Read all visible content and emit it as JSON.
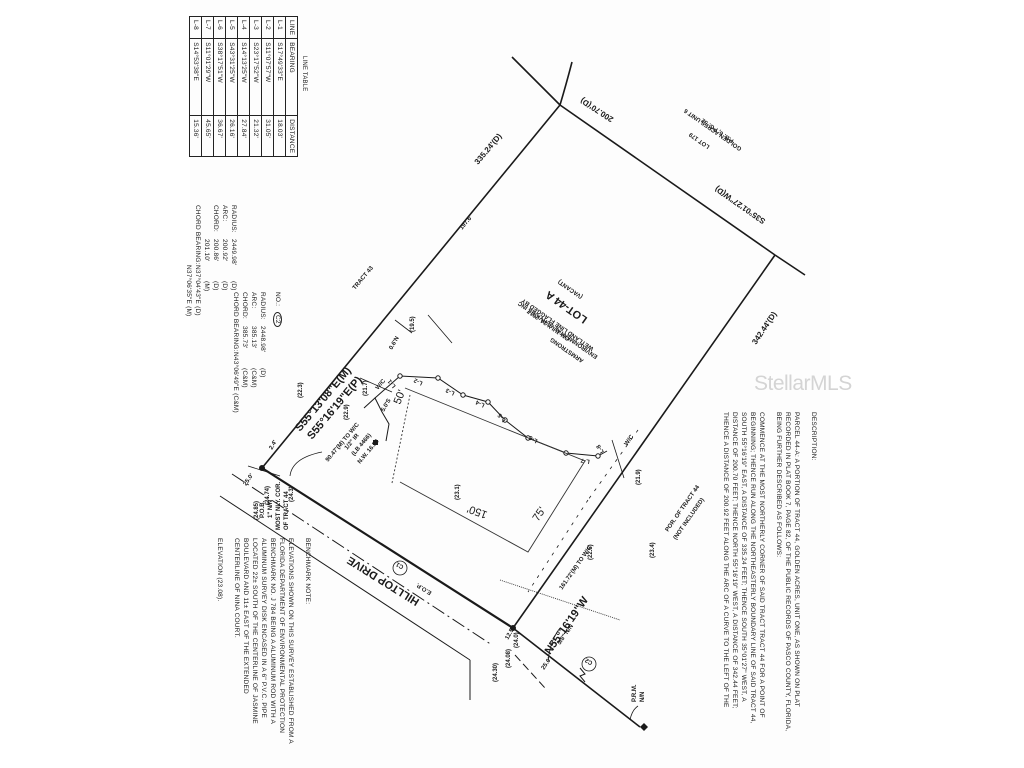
{
  "watermark": "StellarMLS",
  "line_table": {
    "title": "LINE TABLE",
    "headers": [
      "LINE",
      "BEARING",
      "DISTANCE"
    ],
    "rows": [
      {
        "line": "L-1",
        "bearing": "S17°49'33\"E",
        "distance": "18.03'"
      },
      {
        "line": "L-2",
        "bearing": "S11°07'57\"W",
        "distance": "31.05'"
      },
      {
        "line": "L-3",
        "bearing": "S23°17'52\"W",
        "distance": "21.32'"
      },
      {
        "line": "L-4",
        "bearing": "S14°13'25\"W",
        "distance": "27.84'"
      },
      {
        "line": "L-5",
        "bearing": "S43°31'25\"W",
        "distance": "26.16'"
      },
      {
        "line": "L-6",
        "bearing": "S38°17'51\"W",
        "distance": "36.67'"
      },
      {
        "line": "L-7",
        "bearing": "S11°01'29\"W",
        "distance": "45.65'"
      },
      {
        "line": "L-8",
        "bearing": "S14°53'38\"E",
        "distance": "15.36'"
      }
    ]
  },
  "curve_1": {
    "radius_label": "RADIUS:",
    "radius": "2449.98'",
    "radius_code": "(D)",
    "arc_label": "ARC:",
    "arc": "200.92'",
    "arc_code": "(D)",
    "chord_label": "CHORD:",
    "chord": "200.86'",
    "chord_code": "(D)",
    "chord_m": "201.10'",
    "chord_m_code": "(M)",
    "bearing_label": "CHORD BEARING:",
    "bearing_d": "N37°04'43\"E (D)",
    "bearing_m": "N37°06'35\"E (M)"
  },
  "curve_2": {
    "no_label": "NO.:",
    "no": "C2",
    "radius_label": "RADIUS:",
    "radius": "2448.98'",
    "radius_code": "(D)",
    "arc_label": "ARC:",
    "arc": "385.13'",
    "arc_code": "(C&M)",
    "chord_label": "CHORD:",
    "chord": "385.73'",
    "chord_code": "(C&M)",
    "bearing_label": "CHORD BEARING:",
    "bearing": "N43°06'49\"E (C&M)"
  },
  "benchmark": {
    "title": "BENCHMARK NOTE:",
    "lines": [
      "ELEVATIONS SHOWN ON THIS SURVEY ESTABLISHED FROM A",
      "FLORIDA DEPARTMENT OF ENVIRONMENTAL PROTECTION",
      "BENCHMARK NO. J 784 BEING A ALUMINUM ROD WITH A",
      "ALUMINUM SURVEY DISK ENCASED IN A 6\" P.V.C. PIPE",
      "LOCATED 22± SOUTH OF THE CENTERLINE OF JASMINE",
      "BOULEVARD AND 11± EAST OF THE EXTENDED",
      "CENTERLINE OF NINA COURT."
    ],
    "elevation": "ELEVATION (23.08)."
  },
  "description": {
    "title": "DESCRIPTION:",
    "para1": [
      "PARCEL 44-A: A PORTION OF TRACT 44, GOLDEN ACRES, UNIT ONE, AS SHOWN ON PLAT",
      "RECORDED IN PLAT BOOK 7, PAGE 82, OF THE PUBLIC RECORDS OF PASCO COUNTY, FLORIDA,",
      "BEING FURTHER DESCRIBED AS FOLLOWS:"
    ],
    "para2": [
      "COMMENCE AT THE MOST NORTHERLY CORNER OF SAID TRACT TRACT 44 FOR A POINT OF",
      "BEGINNING; THENCE RUN ALONG THE NORTHEASTERLY BOUNDARY LINE OF SAID TRACT 44,",
      "SOUTH 55°16'19\" EAST, A DISTANCE OF 335.24 FEET; THENCE SOUTH 35°01'27\" WEST, A",
      "DISTANCE OF 200.70 FEET; THENCE NORTH 55°16'19\" WEST, A DISTANCE OF 342.44 FEET;",
      "THENCE A DISTANCE OF 200.92 FEET ALONG THE ARC OF A CURVE TO THE LEFT OF THE"
    ]
  },
  "drawing": {
    "ne_line": "335.24'(D)",
    "top_dist": "200.70'(D)",
    "se_bearing": "S35°01'27\"W(D)",
    "sw_dist": "342.44'(D)",
    "lot179": [
      "GOLDEN ACRES UNIT 6",
      "P.B. 6, PG. 52",
      "LOT 179"
    ],
    "tract43": "TRACT 43",
    "lot44a": "LOT-44 A",
    "vacant": "(VACANT)",
    "wetland": [
      "ARMSTRONG",
      "ENVIRONMENTAL SERVICES INC",
      "WETLAND LINE FLAGGED BY",
      "ON JULY 24, 2017"
    ],
    "bearing_m": "S55°13'08\"E(M)",
    "bearing_p": "S55°16'19\"E(P)",
    "dist_wc1": "90.47'(M) TO W/C",
    "dist_wc2": "161.72'(M) TO W/C",
    "bearing_n": "N55°16'19\"W",
    "ne_partial": "197.6'",
    "iron_rod": "1/2\" IR",
    "lb": "(LB 4466)",
    "nw": "N.W. 16.58",
    "dim_50": "50'",
    "dim_150": "150'",
    "dim_75": "75'",
    "pob": [
      "P.O.B.",
      "1\" N/N",
      "MOST NLY. COR.",
      "OF TRACT 44"
    ],
    "road": "HILLTOP DRIVE",
    "curve1_tag": "C1",
    "curve2_tag": "C2",
    "eop": "E.O.P.",
    "prm": "P.R.M.",
    "nn": "N/N",
    "nail58": "5/8\" N/N",
    "wc": "W/C",
    "por_tract": "POR. OF TRACT 44",
    "not_included": "(NOT INCLUDED)",
    "row_25a": "25.0'",
    "row_25b": "25.0'",
    "elev": [
      "(22.3)",
      "(22.9)",
      "(21.7)",
      "(19.5)",
      "(23.1)",
      "(23.4)",
      "(21.9)",
      "(22.5)",
      "(24.85)",
      "(24.74)",
      "(24.3)",
      "(24.30)",
      "(24.08)",
      "(24.0)"
    ],
    "wetland_segs": [
      "L-1",
      "L-2",
      "L-3",
      "L-4",
      "L-5",
      "L-6",
      "L-7",
      "L-8"
    ],
    "offset_a": "5.0'S",
    "offset_b": "2.4'",
    "offset_c": "0.6'N",
    "offset_d": "12.5'"
  }
}
